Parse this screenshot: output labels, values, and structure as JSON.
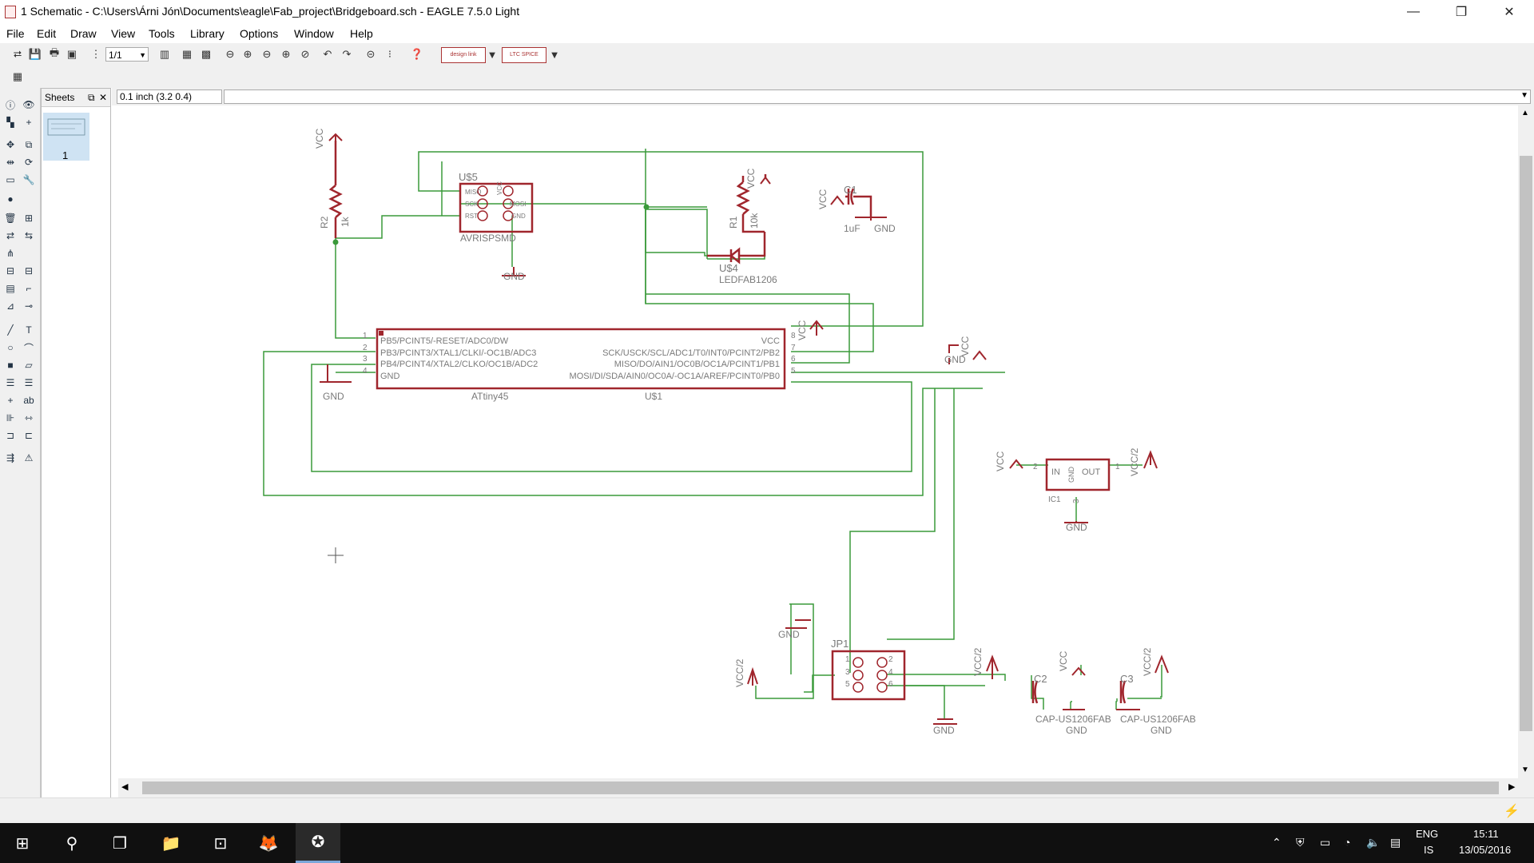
{
  "window": {
    "title": "1 Schematic - C:\\Users\\Árni Jón\\Documents\\eagle\\Fab_project\\Bridgeboard.sch - EAGLE 7.5.0 Light",
    "minimize": "—",
    "maximize": "❐",
    "close": "✕"
  },
  "menu": [
    "File",
    "Edit",
    "Draw",
    "View",
    "Tools",
    "Library",
    "Options",
    "Window",
    "Help"
  ],
  "toolbar": {
    "sheet_combo": "1/1",
    "designlink_label": "design link",
    "ltspice_label": "LTC SPICE"
  },
  "sheets": {
    "title": "Sheets",
    "pin_icon": "pin-icon",
    "items": [
      {
        "label": "1"
      }
    ]
  },
  "command": {
    "grid_coord": "0.1 inch (3.2 0.4)",
    "input_value": ""
  },
  "schematic": {
    "wire_color": "#3a9a3a",
    "symbol_color": "#a0262d",
    "label_color": "#7a7a7a",
    "labels": {
      "vcc": "VCC",
      "gnd": "GND",
      "vcc2": "VCC/2",
      "r2": "R2",
      "r2_val": "1k",
      "r1": "R1",
      "r1_val": "10k",
      "u5": "U$5",
      "u5_dev": "AVRISPSMD",
      "u5_miso": "MISO",
      "u5_sck": "SCK",
      "u5_rst": "RST",
      "u5_vcc": "VCC",
      "u5_mosi": "MOSI",
      "u5_gnd": "GND",
      "u4": "U$4",
      "u4_dev": "LEDFAB1206",
      "c1": "C1",
      "c1_val": "1uF",
      "attiny_pin1": "PB5/PCINT5/-RESET/ADC0/DW",
      "attiny_pin2": "PB3/PCINT3/XTAL1/CLKI/-OC1B/ADC3",
      "attiny_pin3": "PB4/PCINT4/XTAL2/CLKO/OC1B/ADC2",
      "attiny_pin4": "GND",
      "attiny_pin8": "VCC",
      "attiny_pin7": "SCK/USCK/SCL/ADC1/T0/INT0/PCINT2/PB2",
      "attiny_pin6": "MISO/DO/AIN1/OC0B/OC1A/PCINT1/PB1",
      "attiny_pin5": "MOSI/DI/SDA/AIN0/OC0A/-OC1A/AREF/PCINT0/PB0",
      "attiny_name": "ATtiny45",
      "attiny_ref": "U$1",
      "ic1": "IC1",
      "ic1_in": "IN",
      "ic1_out": "OUT",
      "ic1_gnd": "GND",
      "jp1": "JP1",
      "c2": "C2",
      "c3": "C3",
      "cap_dev": "CAP-US1206FAB",
      "n1": "1",
      "n2": "2",
      "n3": "3",
      "n4": "4",
      "n5": "5",
      "n6": "6",
      "n7": "7",
      "n8": "8"
    }
  },
  "taskbar": {
    "lang_top": "ENG",
    "lang_bottom": "IS",
    "time": "15:11",
    "date": "13/05/2016"
  }
}
